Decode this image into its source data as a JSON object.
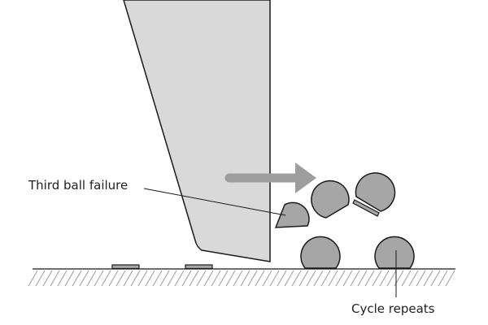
{
  "colors": {
    "tool_fill": "#d9d9d9",
    "ball_fill": "#a6a6a6",
    "arrow": "#9e9e9e",
    "outline": "#1a1a1a",
    "hatch": "#9a9a9a",
    "background": "#ffffff"
  },
  "labels": {
    "third_ball_failure": "Third ball failure",
    "cycle_repeats": "Cycle repeats"
  },
  "arrow": {
    "direction": "right"
  }
}
